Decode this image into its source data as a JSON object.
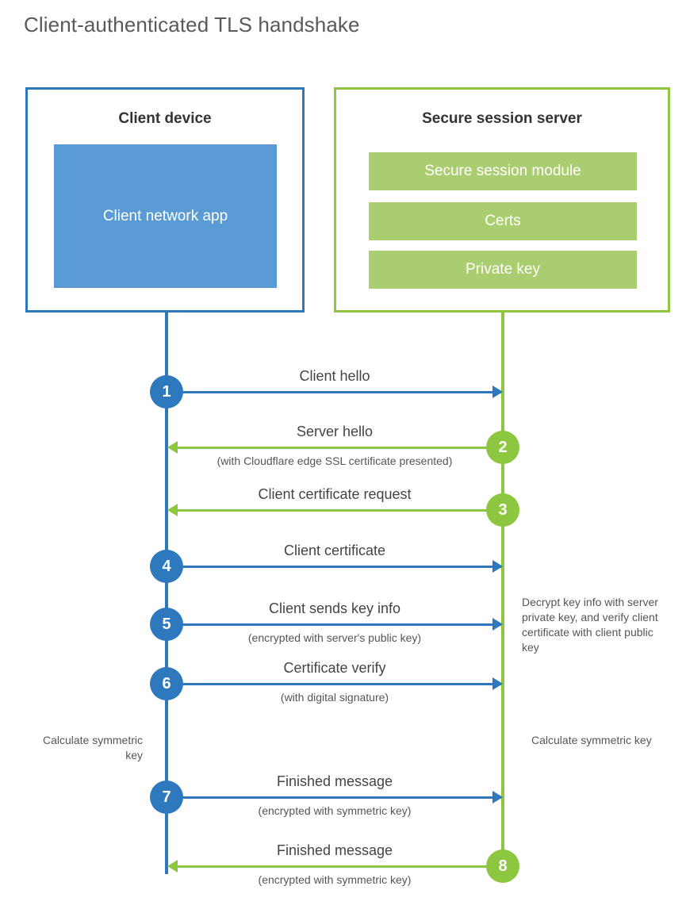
{
  "title": "Client-authenticated TLS handshake",
  "colors": {
    "blue": "#2e79bd",
    "blue_fill": "#5b9bd5",
    "green": "#8dc63f",
    "green_fill": "#aace6f",
    "text": "#444444",
    "title_text": "#5a5a5a",
    "background": "#ffffff"
  },
  "client": {
    "title": "Client device",
    "app_label": "Client network app"
  },
  "server": {
    "title": "Secure session server",
    "modules": [
      "Secure session module",
      "Certs",
      "Private key"
    ]
  },
  "steps": [
    {
      "number": "1",
      "label": "Client hello",
      "sublabel": "",
      "direction": "client-to-server",
      "color": "blue"
    },
    {
      "number": "2",
      "label": "Server hello",
      "sublabel": "(with Cloudflare edge SSL certificate presented)",
      "direction": "server-to-client",
      "color": "green"
    },
    {
      "number": "3",
      "label": "Client certificate request",
      "sublabel": "",
      "direction": "server-to-client",
      "color": "green"
    },
    {
      "number": "4",
      "label": "Client certificate",
      "sublabel": "",
      "direction": "client-to-server",
      "color": "blue"
    },
    {
      "number": "5",
      "label": "Client sends key info",
      "sublabel": "(encrypted with server's public key)",
      "direction": "client-to-server",
      "color": "blue"
    },
    {
      "number": "6",
      "label": "Certificate verify",
      "sublabel": "(with digital signature)",
      "direction": "client-to-server",
      "color": "blue"
    },
    {
      "number": "7",
      "label": "Finished message",
      "sublabel": "(encrypted with symmetric key)",
      "direction": "client-to-server",
      "color": "blue"
    },
    {
      "number": "8",
      "label": "Finished message",
      "sublabel": "(encrypted with symmetric key)",
      "direction": "server-to-client",
      "color": "green"
    }
  ],
  "notes": {
    "decrypt": "Decrypt key info with server private key, and verify client certificate with client public key",
    "client_symmetric": "Calculate symmetric key",
    "server_symmetric": "Calculate symmetric key"
  }
}
